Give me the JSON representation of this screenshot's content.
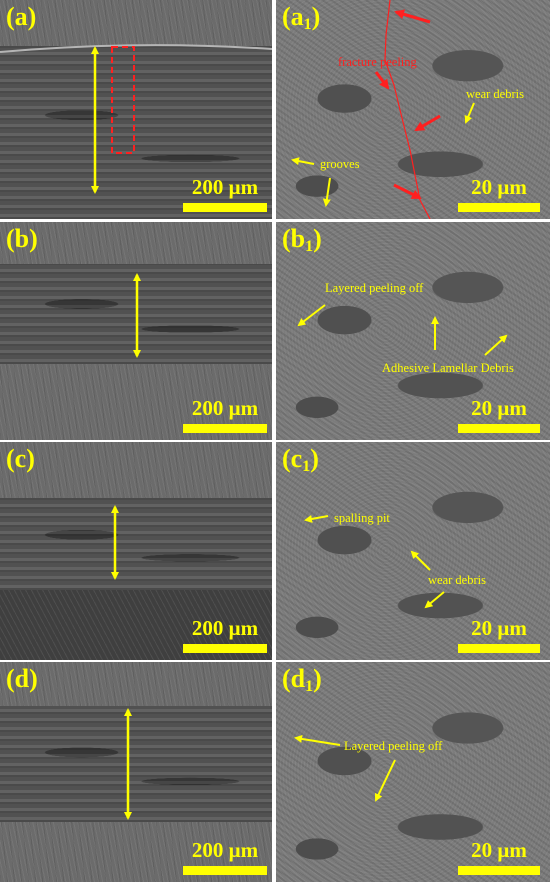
{
  "colors": {
    "label": "#ffff00",
    "scale": "#ffff00",
    "arrow_yellow": "#ffff00",
    "arrow_red": "#ff2020",
    "annotation_red": "#ff2020",
    "dashed_box": "#ff2020"
  },
  "panels": [
    {
      "label_prefix": "(a",
      "label_sub": "",
      "label_suffix": ")",
      "scale": "200 μm"
    },
    {
      "label_prefix": "(a",
      "label_sub": "1",
      "label_suffix": ")",
      "scale": "20 μm",
      "annotations": [
        "fracture peeling",
        "wear debris",
        "grooves"
      ]
    },
    {
      "label_prefix": "(b",
      "label_sub": "",
      "label_suffix": ")",
      "scale": "200 μm"
    },
    {
      "label_prefix": "(b",
      "label_sub": "1",
      "label_suffix": ")",
      "scale": "20 μm",
      "annotations": [
        "Layered peeling off",
        "Adhesive Lamellar Debris"
      ]
    },
    {
      "label_prefix": "(c",
      "label_sub": "",
      "label_suffix": ")",
      "scale": "200 μm"
    },
    {
      "label_prefix": "(c",
      "label_sub": "1",
      "label_suffix": ")",
      "scale": "20 μm",
      "annotations": [
        "spalling pit",
        "wear debris"
      ]
    },
    {
      "label_prefix": "(d",
      "label_sub": "",
      "label_suffix": ")",
      "scale": "200 μm"
    },
    {
      "label_prefix": "(d",
      "label_sub": "1",
      "label_suffix": ")",
      "scale": "20 μm",
      "annotations": [
        "Layered peeling off"
      ]
    }
  ]
}
